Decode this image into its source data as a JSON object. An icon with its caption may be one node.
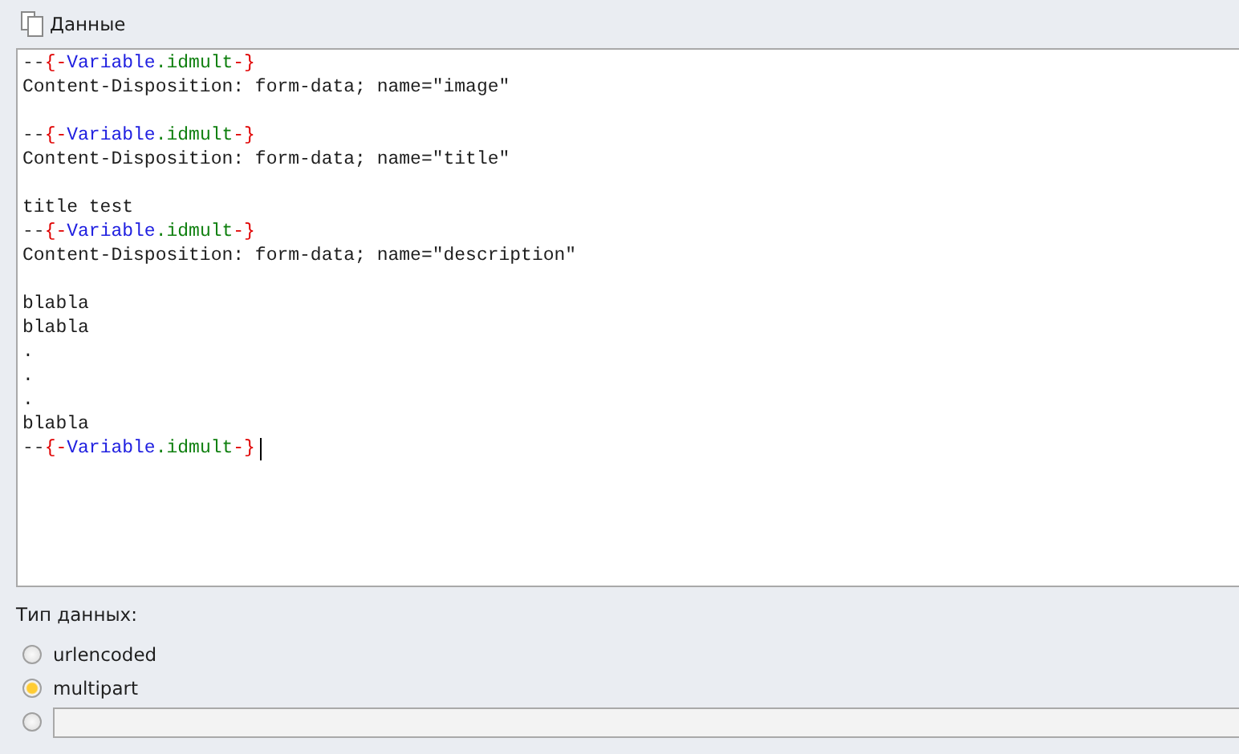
{
  "diagram": {
    "labels": [
      "Данные",
      "--{-Variable.idmult-}",
      "Content-Disposition: form-data; name=\"image\"",
      "--{-Variable.idmult-}",
      "Content-Disposition: form-data; name=\"title\"",
      "title test",
      "--{-Variable.idmult-}",
      "Content-Disposition: form-data; name=\"description\"",
      "blabla",
      "blabla",
      ".",
      ".",
      ".",
      "blabla",
      "--{-Variable.idmult-}",
      "Тип данных:",
      "urlencoded",
      "multipart"
    ]
  }
}
